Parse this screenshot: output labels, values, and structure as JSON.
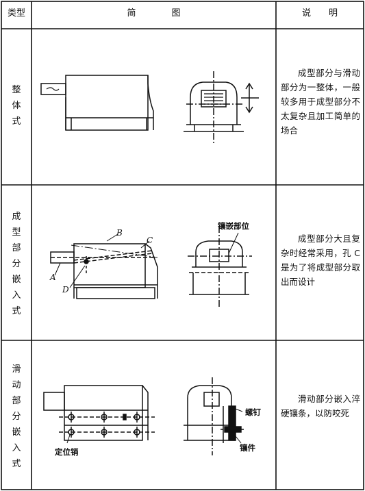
{
  "header": {
    "type": "类型",
    "diagram": "简　　　　图",
    "note": "说　　明"
  },
  "rows": [
    {
      "type": "整\n体\n式",
      "desc": "成型部分与滑动部分为一整体，一般较多用于成型部分不太复杂且加工简单的场合"
    },
    {
      "type": "成\n型\n部\n分\n嵌\n入\n式",
      "desc": "成型部分大且复杂时经常采用，孔 C 是为了将成型部分取出而设计",
      "labels": {
        "a": "A",
        "b": "B",
        "c": "C",
        "d": "D",
        "insert": "镶嵌部位"
      }
    },
    {
      "type": "滑\n动\n部\n分\n嵌\n入\n式",
      "desc": "滑动部分嵌入淬硬镶条，以防咬死",
      "labels": {
        "pin": "定位销",
        "screw": "螺钉",
        "insert": "镶件"
      }
    }
  ]
}
